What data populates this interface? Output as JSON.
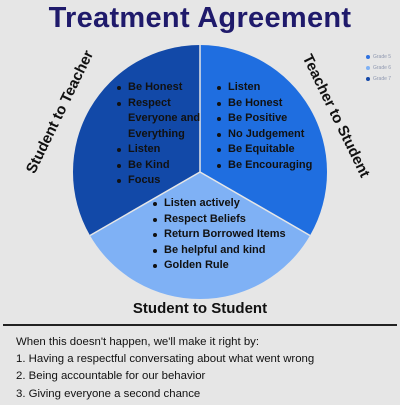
{
  "title": "Treatment Agreement",
  "legend": [
    {
      "label": "Grade 5",
      "color": "#2f72e0"
    },
    {
      "label": "Grade 6",
      "color": "#7fb1f5"
    },
    {
      "label": "Grade 7",
      "color": "#1549a8"
    }
  ],
  "sections": {
    "left": {
      "label": "Student to Teacher",
      "color": "#1249a8",
      "items": [
        "Be Honest",
        "Respect Everyone and Everything",
        "Listen",
        "Be Kind",
        "Focus"
      ]
    },
    "right": {
      "label": "Teacher to Student",
      "color": "#1f6ee0",
      "items": [
        "Listen",
        "Be Honest",
        "Be Positive",
        "No Judgement",
        "Be Equitable",
        "Be Encouraging"
      ]
    },
    "bottom": {
      "label": "Student to Student",
      "color": "#7fb1f5",
      "items": [
        "Listen actively",
        "Respect Beliefs",
        "Return Borrowed Items",
        "Be helpful and kind",
        "Golden Rule"
      ]
    }
  },
  "footer": {
    "intro": "When this doesn't happen, we'll make it right by:",
    "steps": [
      "1. Having a respectful conversating about what went wrong",
      "2. Being accountable for our behavior",
      "3. Giving everyone a second chance"
    ]
  }
}
